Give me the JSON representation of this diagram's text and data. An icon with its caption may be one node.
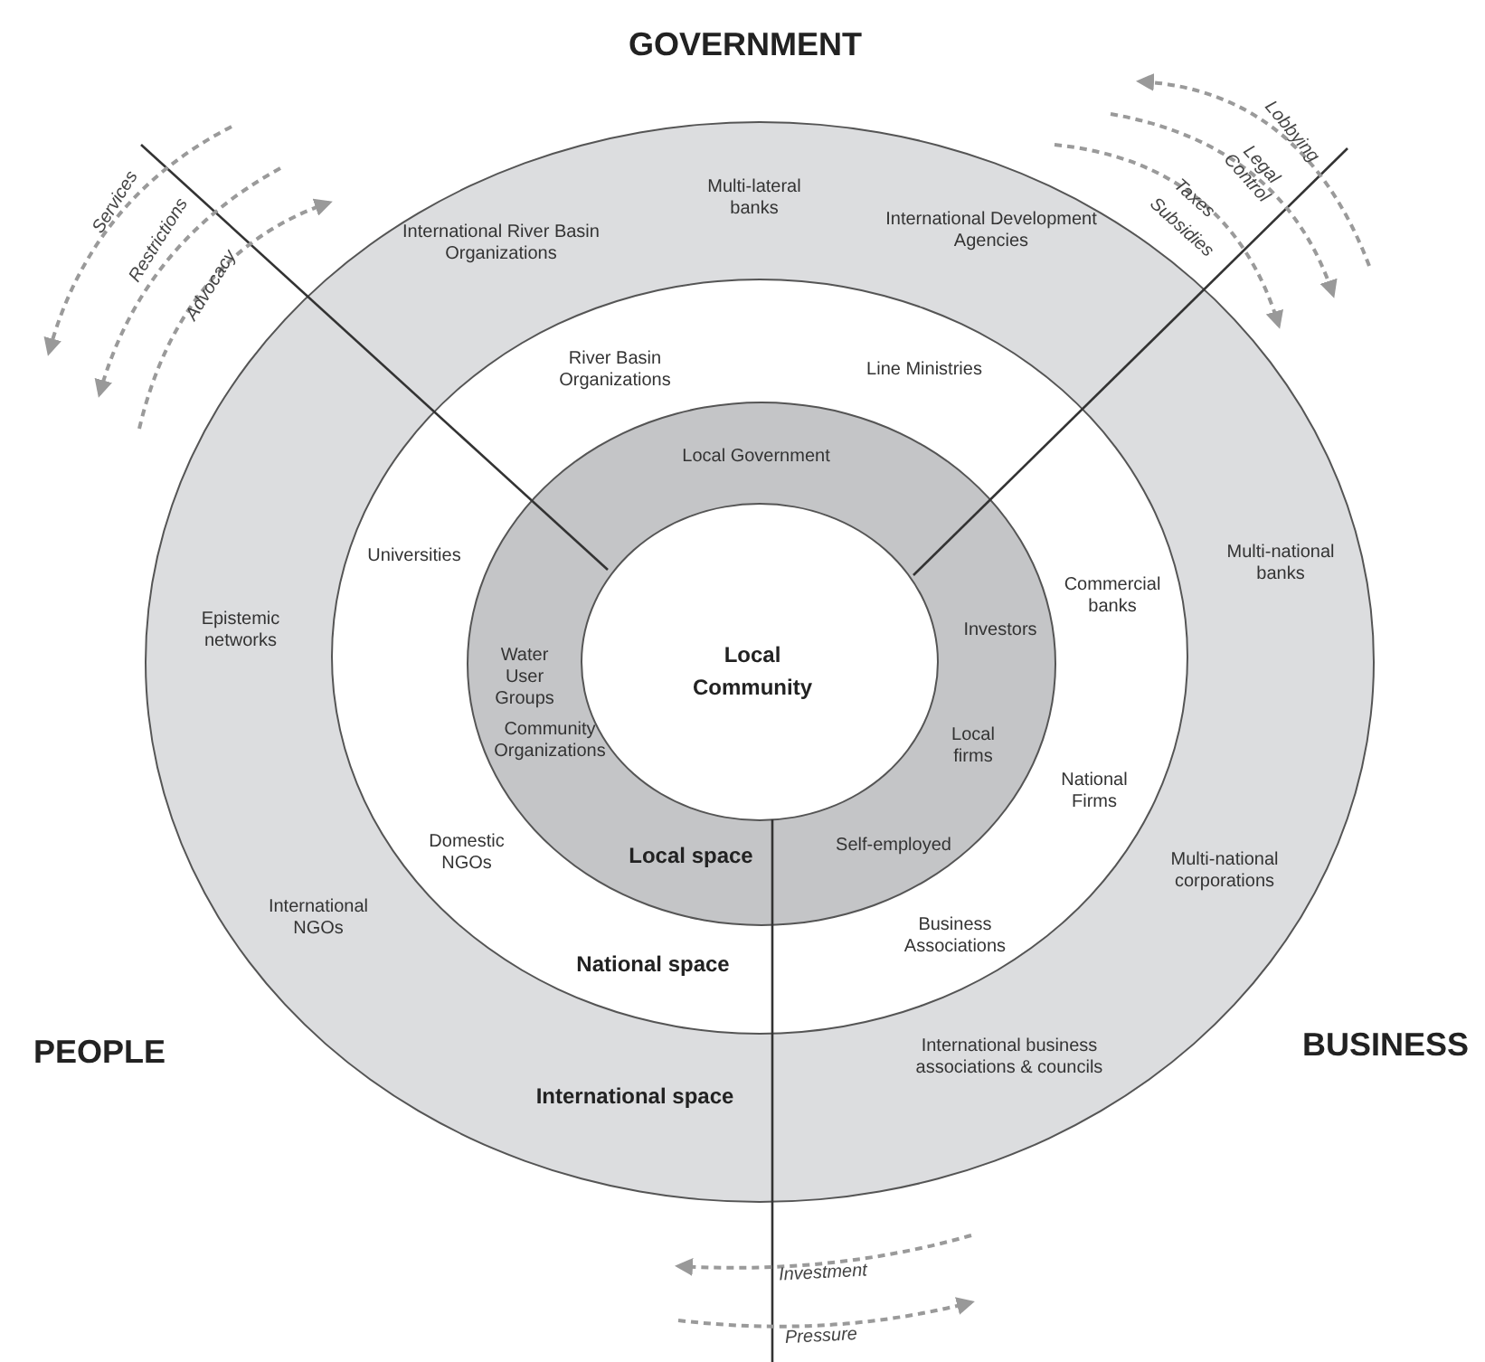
{
  "diagram": {
    "nodes": [
      {
        "text": [
          "International space"
        ]
      },
      {
        "text": [
          "National space"
        ],
        "in": 0
      },
      {
        "text": [
          "Local space"
        ],
        "in": 1
      },
      {
        "text": [
          "Local Community"
        ],
        "in": 2
      }
    ],
    "labels": [
      "GOVERNMENT",
      "Multi-lateral banks",
      "International River Basin Organizations",
      "International Development Agencies",
      "River Basin Organizations",
      "Line Ministries",
      "Local Government",
      "Universities",
      "Epistemic networks",
      "Water User Groups",
      "Investors",
      "Commercial banks",
      "Multi-national banks",
      "Community Organizations",
      "Local firms",
      "National Firms",
      "Domestic NGOs",
      "Self-employed",
      "Business Associations",
      "Multi-national corporations",
      "International NGOs",
      "PEOPLE",
      "International business associations & councils",
      "BUSINESS",
      "Services",
      "Restrictions",
      "Advocacy",
      "Lobbying",
      "Legal Control",
      "Taxes",
      "Subsidies",
      "Investment",
      "Pressure"
    ]
  }
}
